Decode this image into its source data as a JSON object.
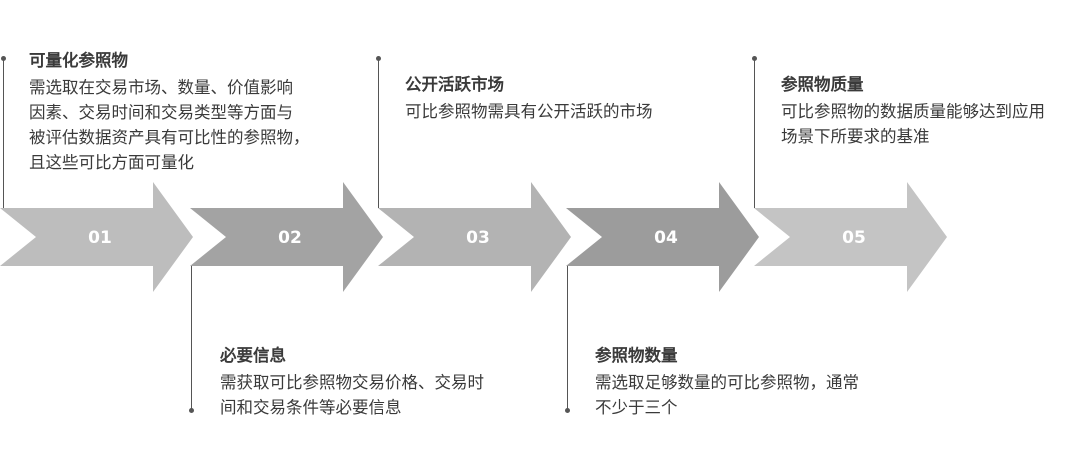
{
  "steps": [
    {
      "number": "01",
      "title": "可量化参照物",
      "desc": "需选取在交易市场、数量、价值影响\n因素、交易时间和交易类型等方面与\n被评估数据资产具有可比性的参照物，\n且这些可比方面可量化",
      "color": "#bdbdbd"
    },
    {
      "number": "02",
      "title": "必要信息",
      "desc": "需获取可比参照物交易价格、交易时\n间和交易条件等必要信息",
      "color": "#a3a3a3"
    },
    {
      "number": "03",
      "title": "公开活跃市场",
      "desc": "可比参照物需具有公开活跃的市场",
      "color": "#b3b3b3"
    },
    {
      "number": "04",
      "title": "参照物数量",
      "desc": "需选取足够数量的可比参照物，通常\n不少于三个",
      "color": "#9c9c9c"
    },
    {
      "number": "05",
      "title": "参照物质量",
      "desc": "可比参照物的数据质量能够达到应用\n场景下所要求的基准",
      "color": "#c4c4c4"
    }
  ]
}
